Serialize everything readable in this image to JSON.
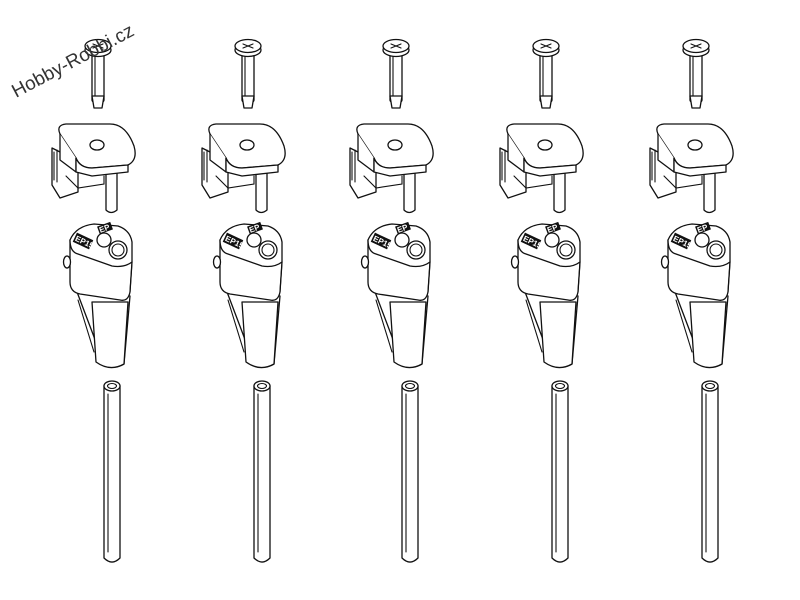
{
  "watermark": {
    "text": "Hobby-Robbi.cz"
  },
  "part_marking": {
    "primary": "EP15",
    "secondary": "EP"
  },
  "kit_count": 5,
  "parts_per_kit": [
    "screw-icon",
    "clamp-bracket-icon",
    "mount-post-icon",
    "pin-icon"
  ]
}
